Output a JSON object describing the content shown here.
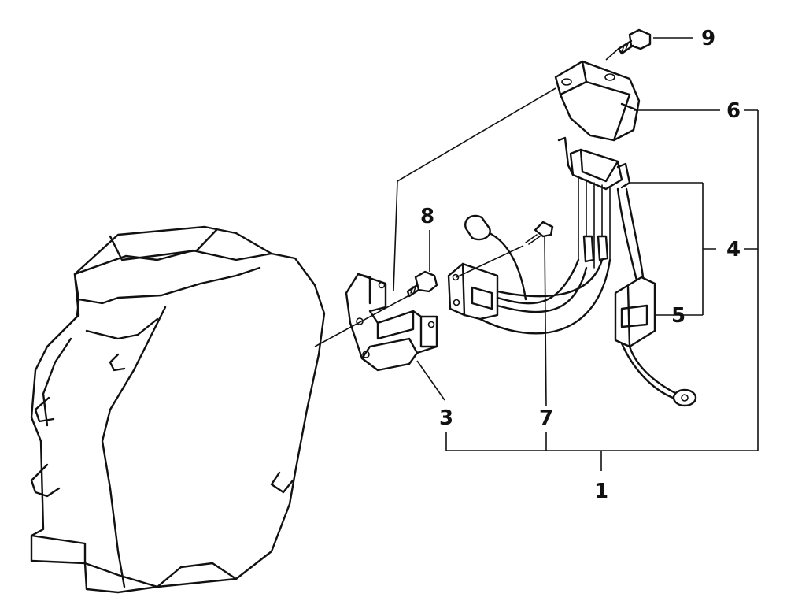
{
  "callouts": {
    "c1": "1",
    "c3": "3",
    "c4": "4",
    "c5": "5",
    "c6": "6",
    "c7": "7",
    "c8": "8",
    "c9": "9"
  },
  "colors": {
    "ink": "#111111",
    "paper": "#ffffff"
  }
}
